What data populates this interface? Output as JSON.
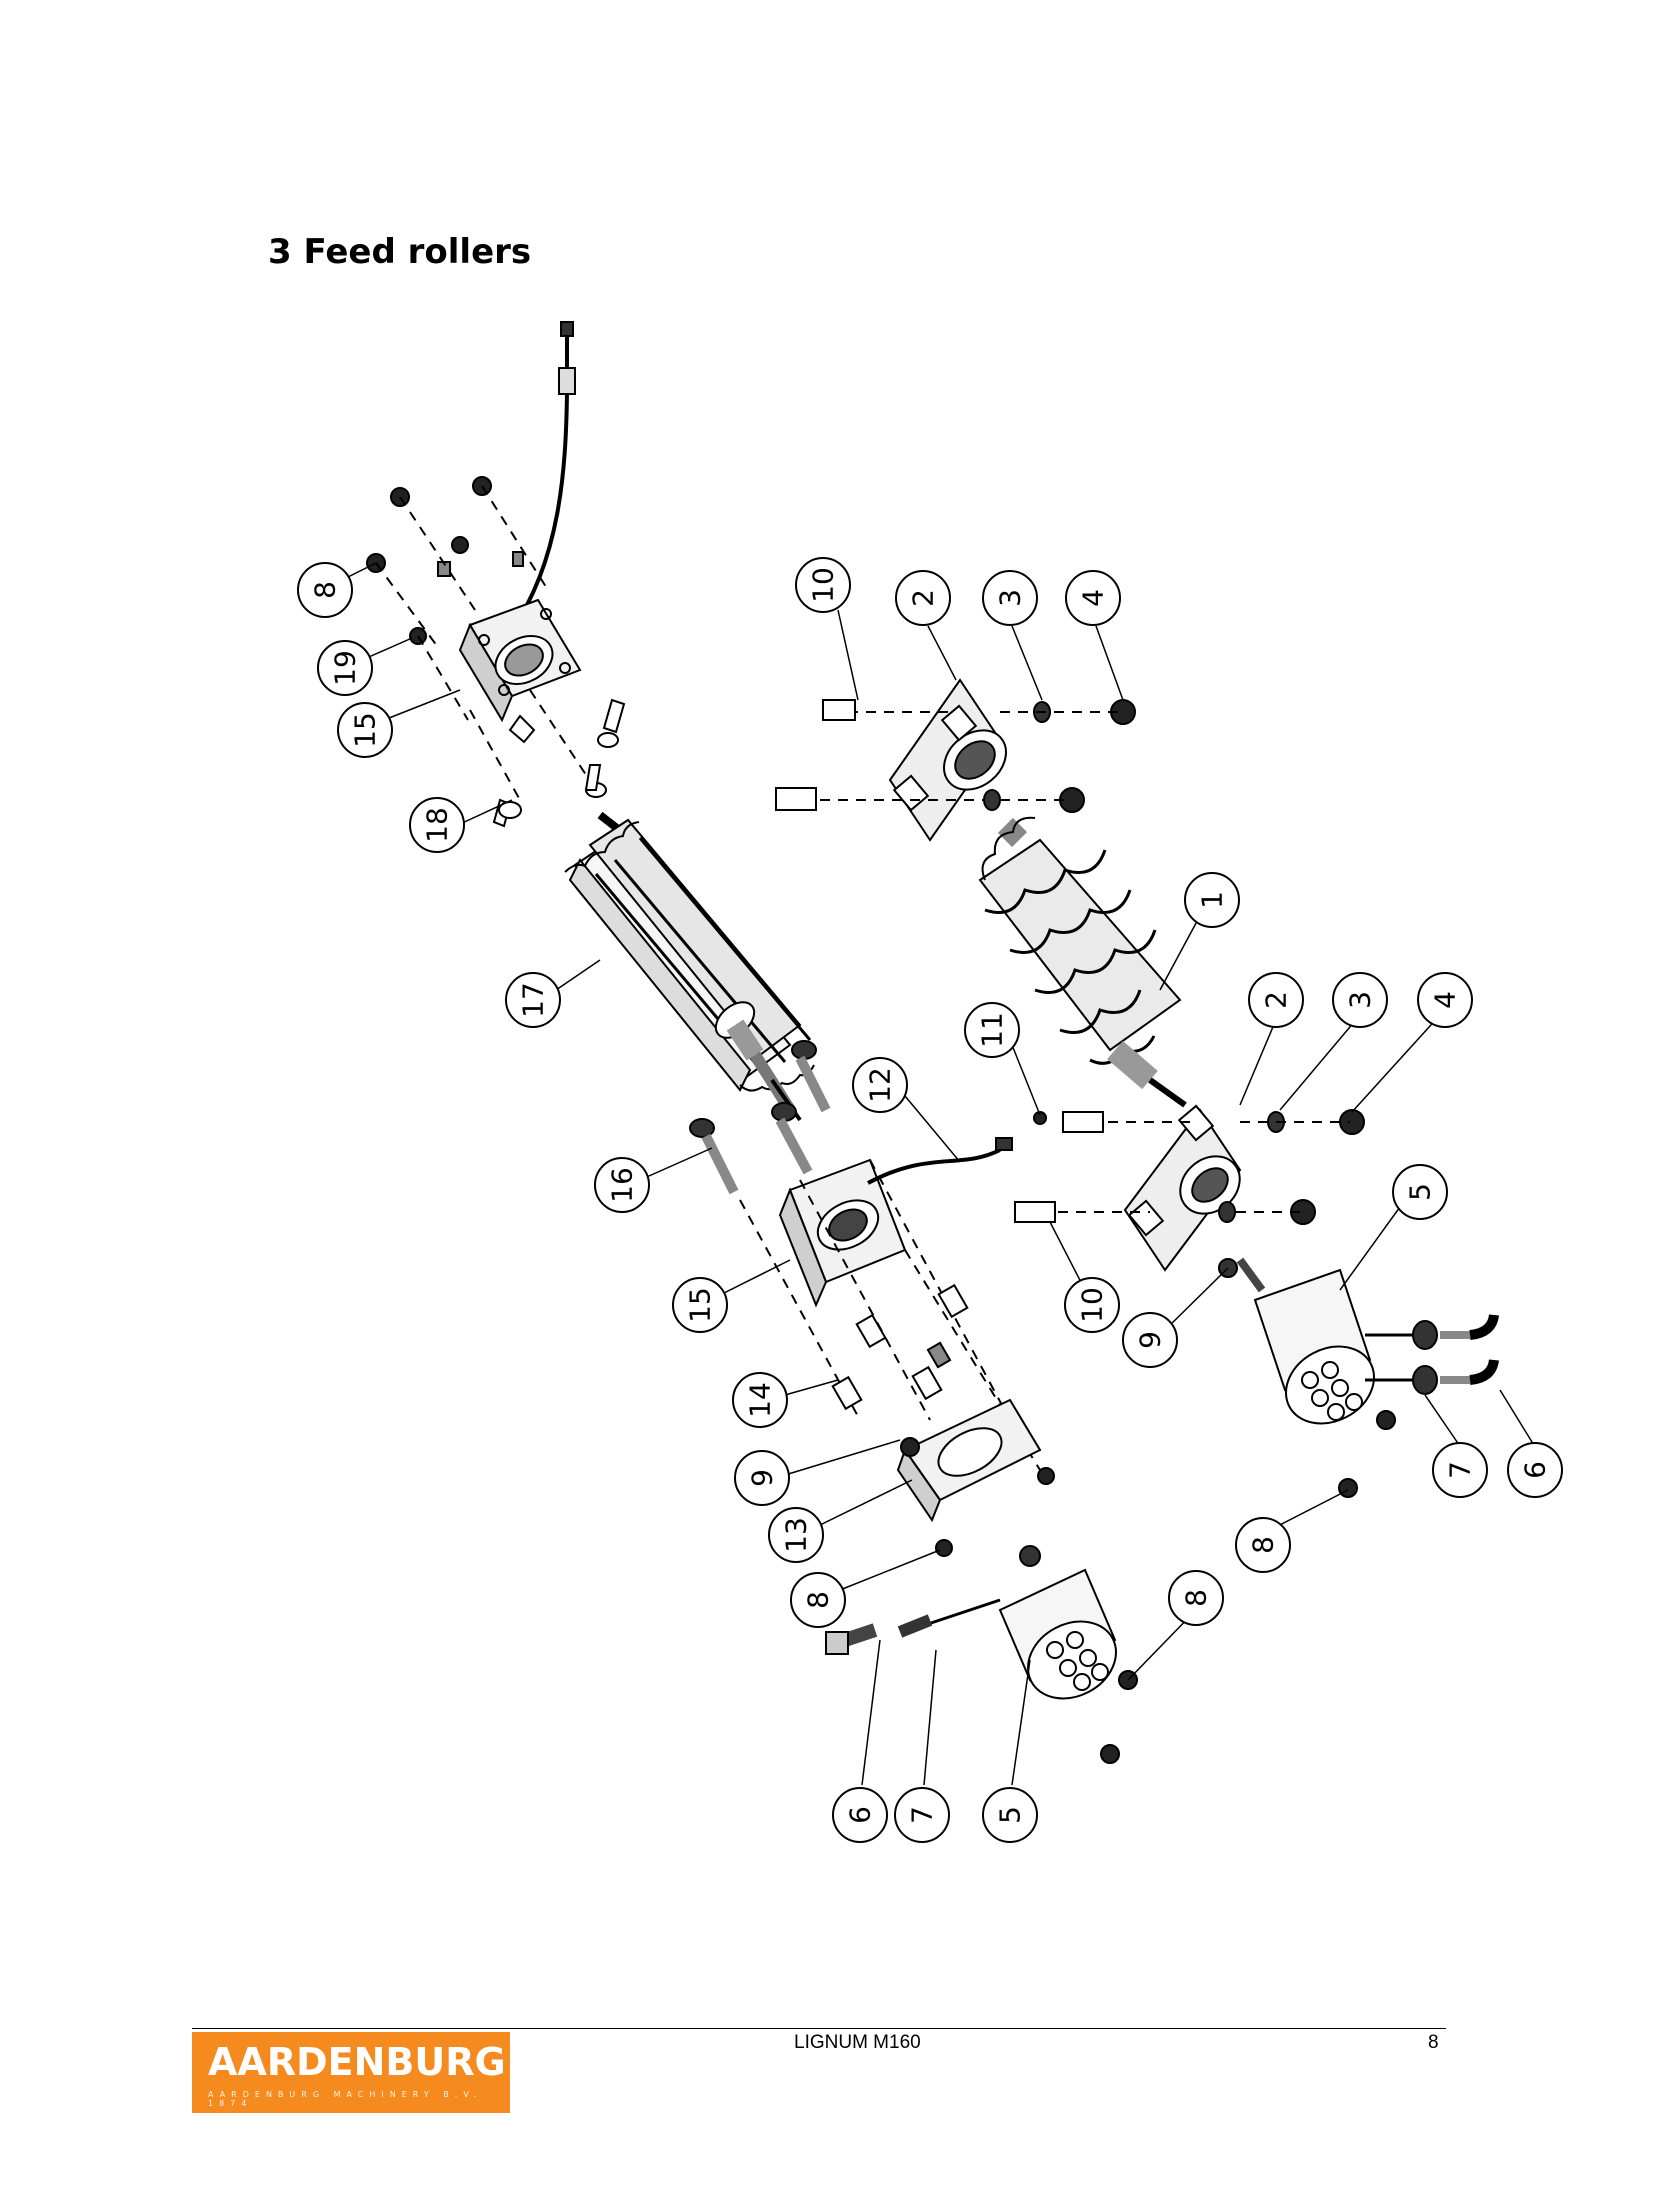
{
  "heading": "3 Feed rollers",
  "footer": {
    "logo_text": "AARDENBURG",
    "logo_subtext": "AARDENBURG MACHINERY B.V. 1874",
    "title": "LIGNUM M160",
    "page_number": "8"
  },
  "callouts": [
    {
      "id": "c-8-a",
      "label": "8"
    },
    {
      "id": "c-19",
      "label": "19"
    },
    {
      "id": "c-15-a",
      "label": "15"
    },
    {
      "id": "c-18",
      "label": "18"
    },
    {
      "id": "c-17",
      "label": "17"
    },
    {
      "id": "c-16",
      "label": "16"
    },
    {
      "id": "c-15-b",
      "label": "15"
    },
    {
      "id": "c-14",
      "label": "14"
    },
    {
      "id": "c-9-a",
      "label": "9"
    },
    {
      "id": "c-13",
      "label": "13"
    },
    {
      "id": "c-8-b",
      "label": "8"
    },
    {
      "id": "c-6-a",
      "label": "6"
    },
    {
      "id": "c-7-a",
      "label": "7"
    },
    {
      "id": "c-5-a",
      "label": "5"
    },
    {
      "id": "c-8-c",
      "label": "8"
    },
    {
      "id": "c-12",
      "label": "12"
    },
    {
      "id": "c-11",
      "label": "11"
    },
    {
      "id": "c-10-a",
      "label": "10"
    },
    {
      "id": "c-2-a",
      "label": "2"
    },
    {
      "id": "c-3-a",
      "label": "3"
    },
    {
      "id": "c-4-a",
      "label": "4"
    },
    {
      "id": "c-1",
      "label": "1"
    },
    {
      "id": "c-2-b",
      "label": "2"
    },
    {
      "id": "c-3-b",
      "label": "3"
    },
    {
      "id": "c-4-b",
      "label": "4"
    },
    {
      "id": "c-5-b",
      "label": "5"
    },
    {
      "id": "c-10-b",
      "label": "10"
    },
    {
      "id": "c-9-b",
      "label": "9"
    },
    {
      "id": "c-8-d",
      "label": "8"
    },
    {
      "id": "c-7-b",
      "label": "7"
    },
    {
      "id": "c-6-b",
      "label": "6"
    }
  ]
}
